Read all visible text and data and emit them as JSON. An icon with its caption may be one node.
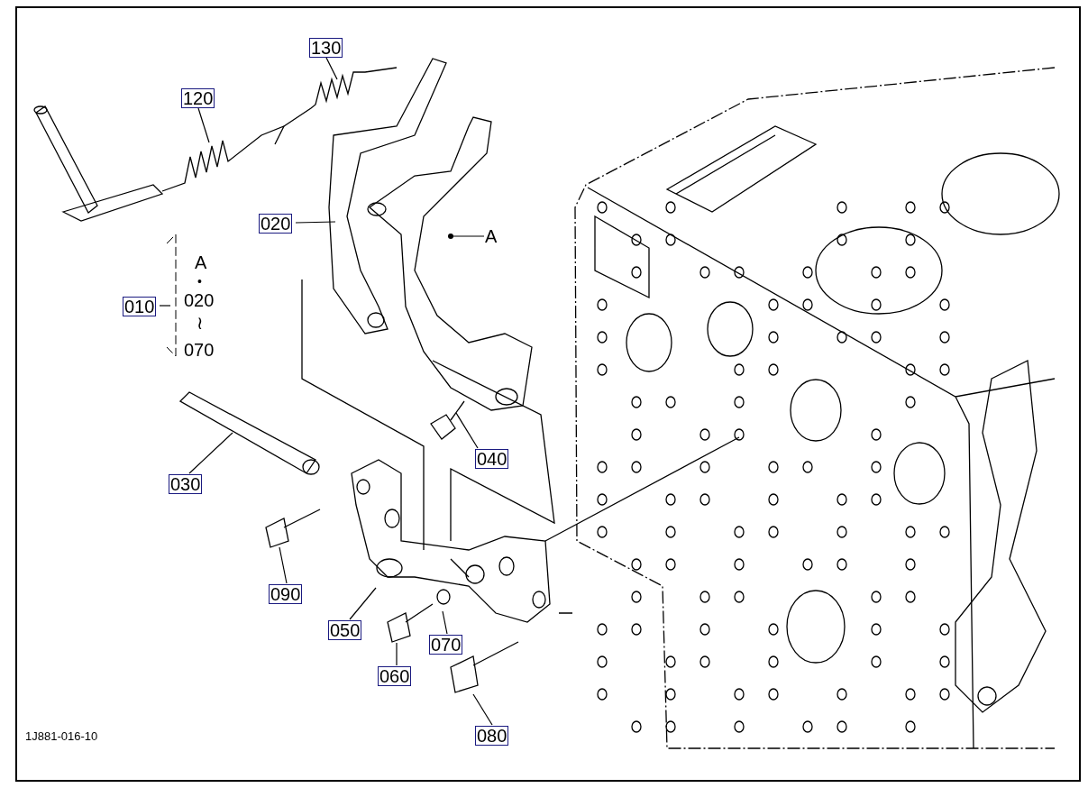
{
  "diagram": {
    "nodes": [
      {
        "text": [
          "130"
        ]
      },
      {
        "text": [
          "120"
        ]
      },
      {
        "text": [
          "020"
        ]
      },
      {
        "text": [
          "A"
        ]
      },
      {
        "text": [
          "010"
        ]
      },
      {
        "text": [
          "030"
        ]
      },
      {
        "text": [
          "040"
        ]
      },
      {
        "text": [
          "090"
        ]
      },
      {
        "text": [
          "050"
        ]
      },
      {
        "text": [
          "070"
        ]
      },
      {
        "text": [
          "060"
        ]
      },
      {
        "text": [
          "080"
        ]
      }
    ],
    "edges": [
      {
        "from": 0,
        "to": null,
        "arrow": "none"
      },
      {
        "from": 1,
        "to": null,
        "arrow": "none"
      },
      {
        "from": 2,
        "to": null,
        "arrow": "none"
      },
      {
        "from": 3,
        "to": null,
        "arrow": "other"
      },
      {
        "from": 4,
        "to": null,
        "arrow": "none"
      },
      {
        "from": 5,
        "to": null,
        "arrow": "none"
      },
      {
        "from": 6,
        "to": null,
        "arrow": "none"
      },
      {
        "from": 7,
        "to": null,
        "arrow": "none"
      },
      {
        "from": 8,
        "to": null,
        "arrow": "none"
      },
      {
        "from": 9,
        "to": null,
        "arrow": "none"
      },
      {
        "from": 10,
        "to": null,
        "arrow": "none"
      },
      {
        "from": 11,
        "to": null,
        "arrow": "none"
      }
    ],
    "labels": [
      "A",
      "•",
      "020",
      "≀",
      "070",
      "1J881-016-10"
    ]
  }
}
